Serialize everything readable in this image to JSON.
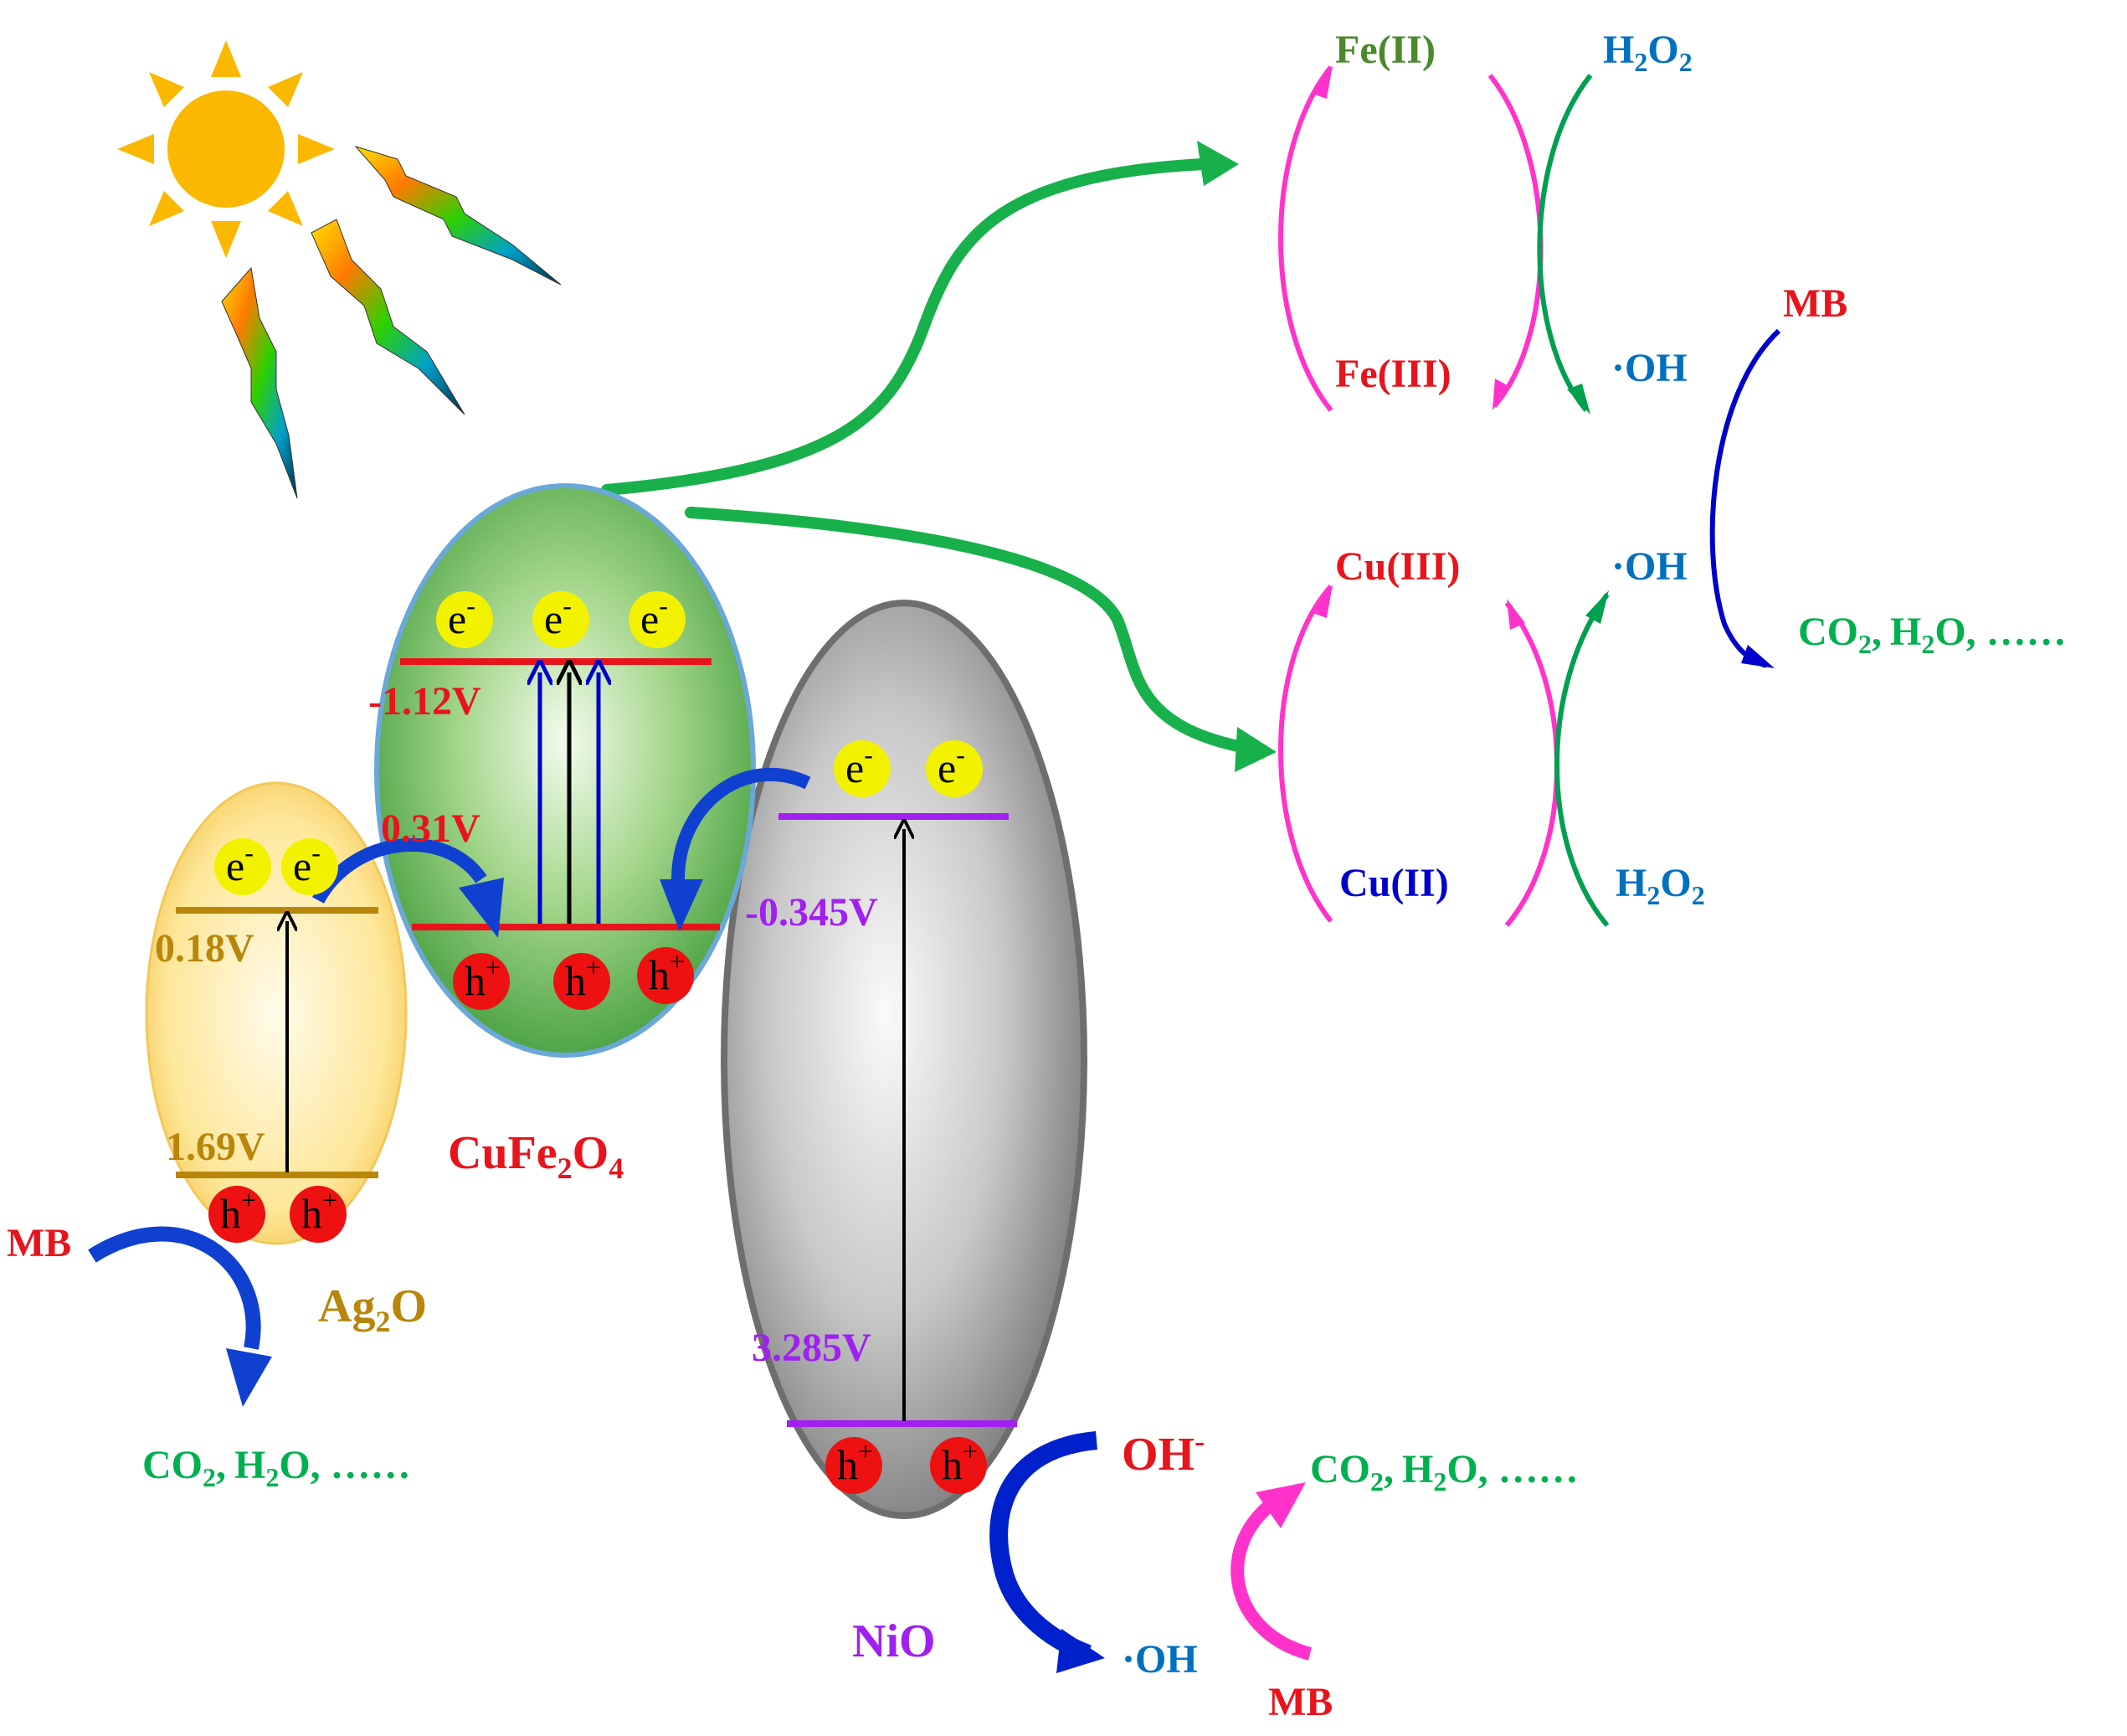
{
  "materials": {
    "ag2o": {
      "label": "Ag",
      "sub": "2",
      "tail": "O",
      "cb": "0.18V",
      "vb": "1.69V"
    },
    "cufe2o4": {
      "label": "CuFe",
      "sub1": "2",
      "mid": "O",
      "sub2": "4",
      "cb": "-1.12V",
      "vb": "0.31V"
    },
    "nio": {
      "label": "NiO",
      "cb": "-0.345V",
      "vb": "3.285V"
    }
  },
  "carriers": {
    "electron": "e",
    "electron_sup": "-",
    "hole": "h",
    "hole_sup": "+"
  },
  "iron_cycle": {
    "fe2": "Fe(II)",
    "fe3": "Fe(III)",
    "h2o2": "H",
    "h2o2_sub1": "2",
    "h2o2_mid": "O",
    "h2o2_sub2": "2",
    "oh": "·OH"
  },
  "copper_cycle": {
    "cu3": "Cu(III)",
    "cu2": "Cu(II)",
    "oh": "·OH",
    "h2o2": "H",
    "h2o2_sub1": "2",
    "h2o2_mid": "O",
    "h2o2_sub2": "2"
  },
  "products": {
    "mb": "MB",
    "co2": "CO",
    "co2_sub": "2",
    "comma": ",",
    "h2o": "H",
    "h2o_sub": "2",
    "h2o_tail": "O, ……"
  },
  "nio_reaction": {
    "oh_minus": "OH",
    "oh_minus_sup": "-",
    "oh_radical": "·OH"
  },
  "colors": {
    "red": "#e8141c",
    "green": "#00b050",
    "blue": "#0070c0",
    "purple": "#a020f0",
    "gold": "#b8860b",
    "magenta": "#ff33cc",
    "darkgreen": "#4a8a2a",
    "navy": "#0000cc"
  }
}
